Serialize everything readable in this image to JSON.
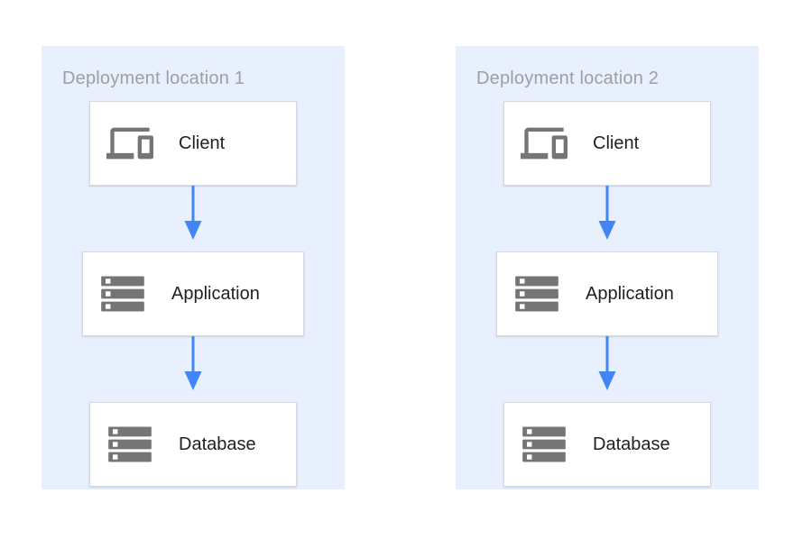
{
  "diagram": {
    "type": "architecture-diagram",
    "panels": [
      {
        "title": "Deployment location 1",
        "nodes": [
          {
            "label": "Client",
            "icon": "devices-icon"
          },
          {
            "label": "Application",
            "icon": "server-stack-icon"
          },
          {
            "label": "Database",
            "icon": "server-stack-icon"
          }
        ],
        "connections": [
          {
            "from": "Client",
            "to": "Application",
            "direction": "down"
          },
          {
            "from": "Application",
            "to": "Database",
            "direction": "down"
          }
        ]
      },
      {
        "title": "Deployment location 2",
        "nodes": [
          {
            "label": "Client",
            "icon": "devices-icon"
          },
          {
            "label": "Application",
            "icon": "server-stack-icon"
          },
          {
            "label": "Database",
            "icon": "server-stack-icon"
          }
        ],
        "connections": [
          {
            "from": "Client",
            "to": "Application",
            "direction": "down"
          },
          {
            "from": "Application",
            "to": "Database",
            "direction": "down"
          }
        ]
      }
    ],
    "colors": {
      "panel_background": "#e8f0fe",
      "node_background": "#ffffff",
      "node_border": "#d6d8da",
      "arrow": "#4285f4",
      "icon_gray": "#757575",
      "title_text": "#9aa0a6",
      "label_text": "#212124"
    }
  }
}
